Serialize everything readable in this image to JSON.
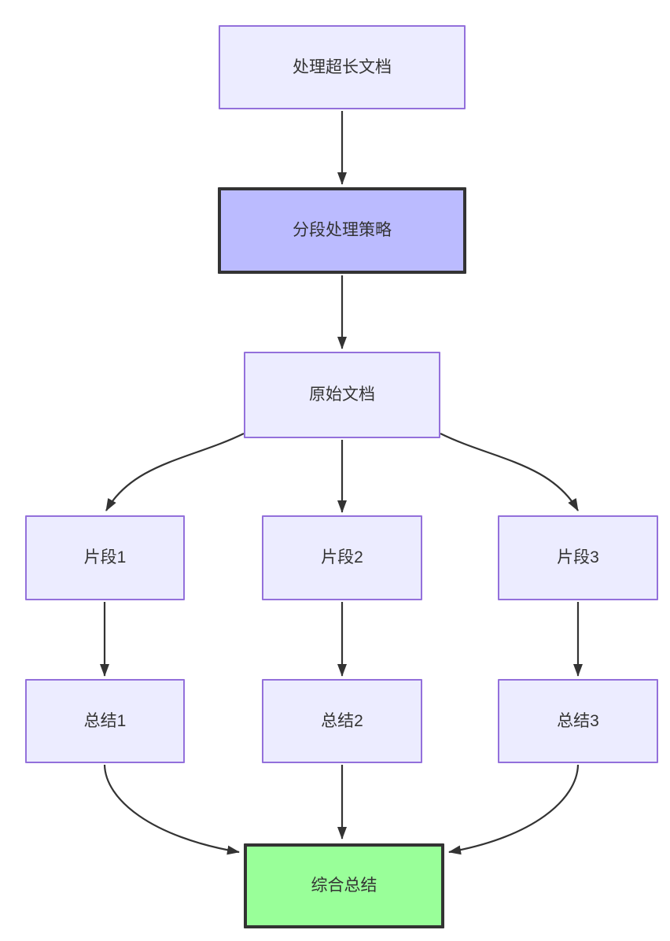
{
  "diagram": {
    "type": "flowchart",
    "direction": "top-down",
    "colors": {
      "background": "#ffffff",
      "default_node_fill": "#ECECFF",
      "default_node_border": "#9370DB",
      "emphasis_node_fill": "#BBBBFF",
      "emphasis_node_border": "#333333",
      "result_node_fill": "#99FF99",
      "result_node_border": "#333333",
      "edge_color": "#333333",
      "text_color": "#333333"
    },
    "nodes": [
      {
        "id": "A",
        "label": "处理超长文档",
        "style": "default"
      },
      {
        "id": "B",
        "label": "分段处理策略",
        "style": "emphasis"
      },
      {
        "id": "C",
        "label": "原始文档",
        "style": "default"
      },
      {
        "id": "F1",
        "label": "片段1",
        "style": "default"
      },
      {
        "id": "F2",
        "label": "片段2",
        "style": "default"
      },
      {
        "id": "F3",
        "label": "片段3",
        "style": "default"
      },
      {
        "id": "S1",
        "label": "总结1",
        "style": "default"
      },
      {
        "id": "S2",
        "label": "总结2",
        "style": "default"
      },
      {
        "id": "S3",
        "label": "总结3",
        "style": "default"
      },
      {
        "id": "G",
        "label": "综合总结",
        "style": "result"
      }
    ],
    "edges": [
      {
        "from": "处理超长文档",
        "to": "分段处理策略"
      },
      {
        "from": "分段处理策略",
        "to": "原始文档"
      },
      {
        "from": "原始文档",
        "to": "片段1"
      },
      {
        "from": "原始文档",
        "to": "片段2"
      },
      {
        "from": "原始文档",
        "to": "片段3"
      },
      {
        "from": "片段1",
        "to": "总结1"
      },
      {
        "from": "片段2",
        "to": "总结2"
      },
      {
        "from": "片段3",
        "to": "总结3"
      },
      {
        "from": "总结1",
        "to": "综合总结"
      },
      {
        "from": "总结2",
        "to": "综合总结"
      },
      {
        "from": "总结3",
        "to": "综合总结"
      }
    ]
  }
}
